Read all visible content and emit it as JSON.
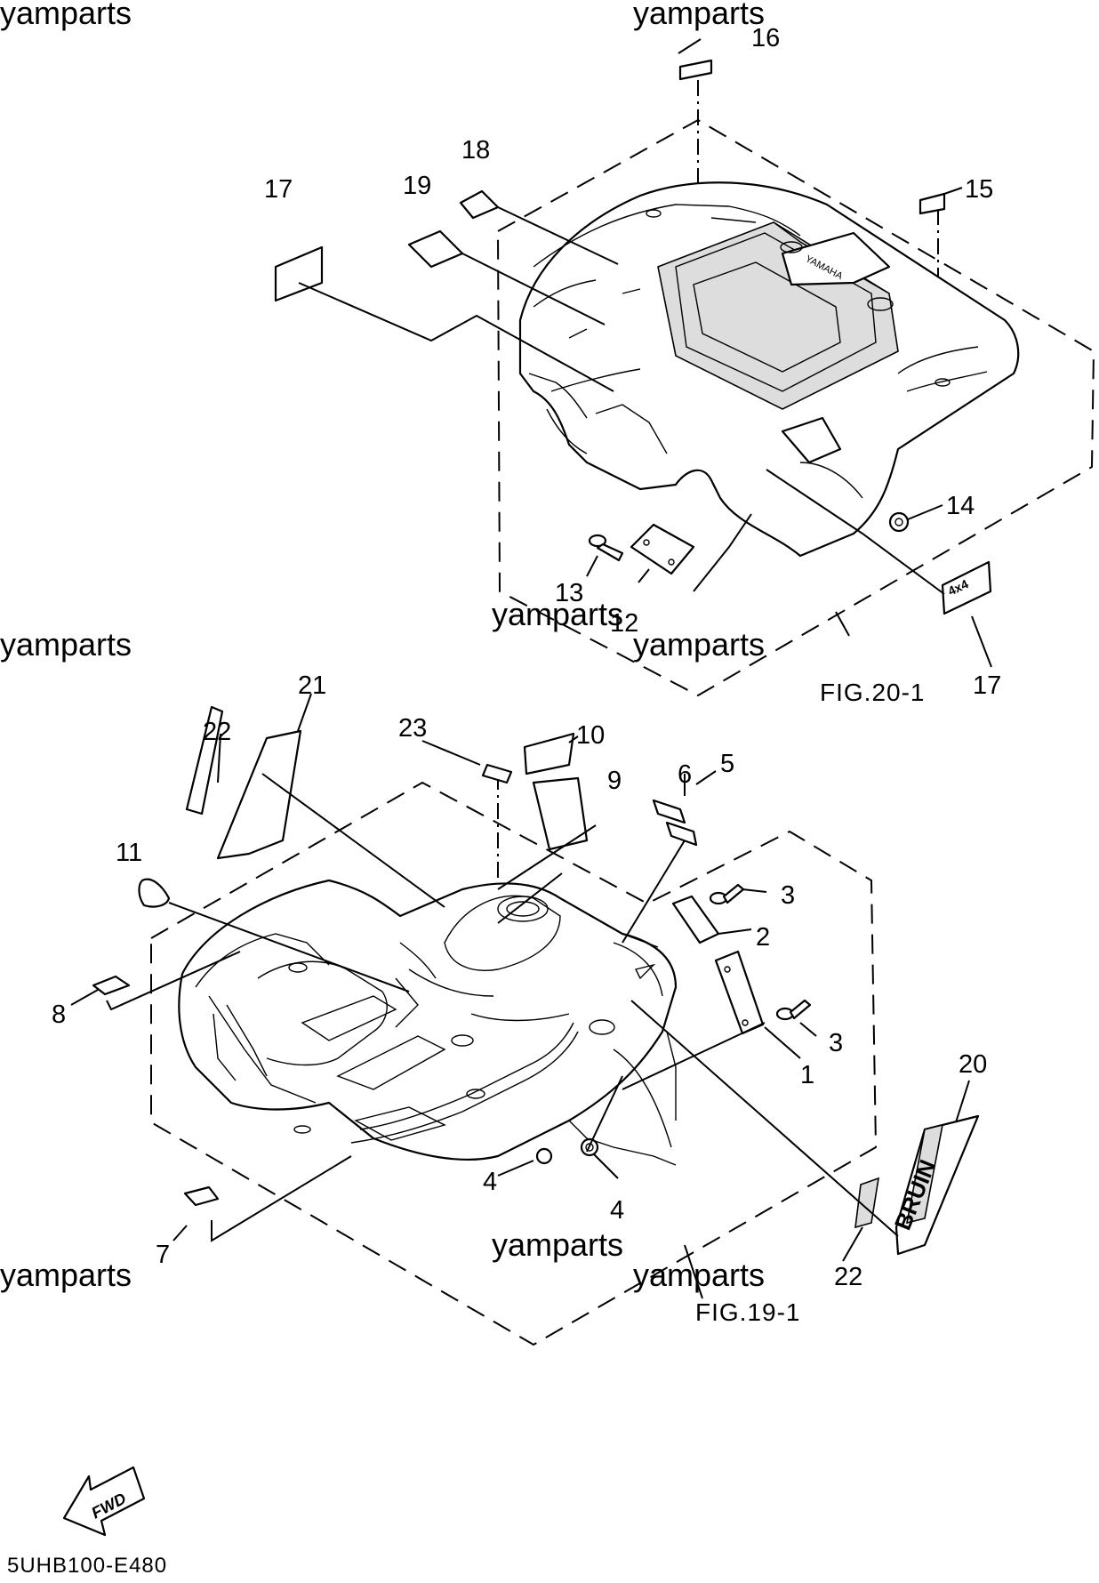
{
  "watermarks": [
    "yamparts",
    "yamparts",
    "yamparts",
    "yamparts",
    "yamparts",
    "yamparts",
    "yamparts",
    "yamparts"
  ],
  "callouts": {
    "c16": "16",
    "c18": "18",
    "c17a": "17",
    "c19": "19",
    "c15": "15",
    "c14": "14",
    "c13": "13",
    "c12": "12",
    "c17b": "17",
    "c21": "21",
    "c22a": "22",
    "c23": "23",
    "c10": "10",
    "c6": "6",
    "c9": "9",
    "c5": "5",
    "c11": "11",
    "c3a": "3",
    "c2": "2",
    "c8": "8",
    "c3b": "3",
    "c1": "1",
    "c20": "20",
    "c4a": "4",
    "c4b": "4",
    "c7": "7",
    "c22b": "22"
  },
  "figures": {
    "fig_rear": "FIG.20-1",
    "fig_front": "FIG.19-1"
  },
  "fwd_label": "FWD",
  "decal_text": {
    "fourbyfour": "4x4",
    "brand": "BRUIN",
    "yamaha": "YAMAHA"
  },
  "diagram_code": "5UHB100-E480"
}
